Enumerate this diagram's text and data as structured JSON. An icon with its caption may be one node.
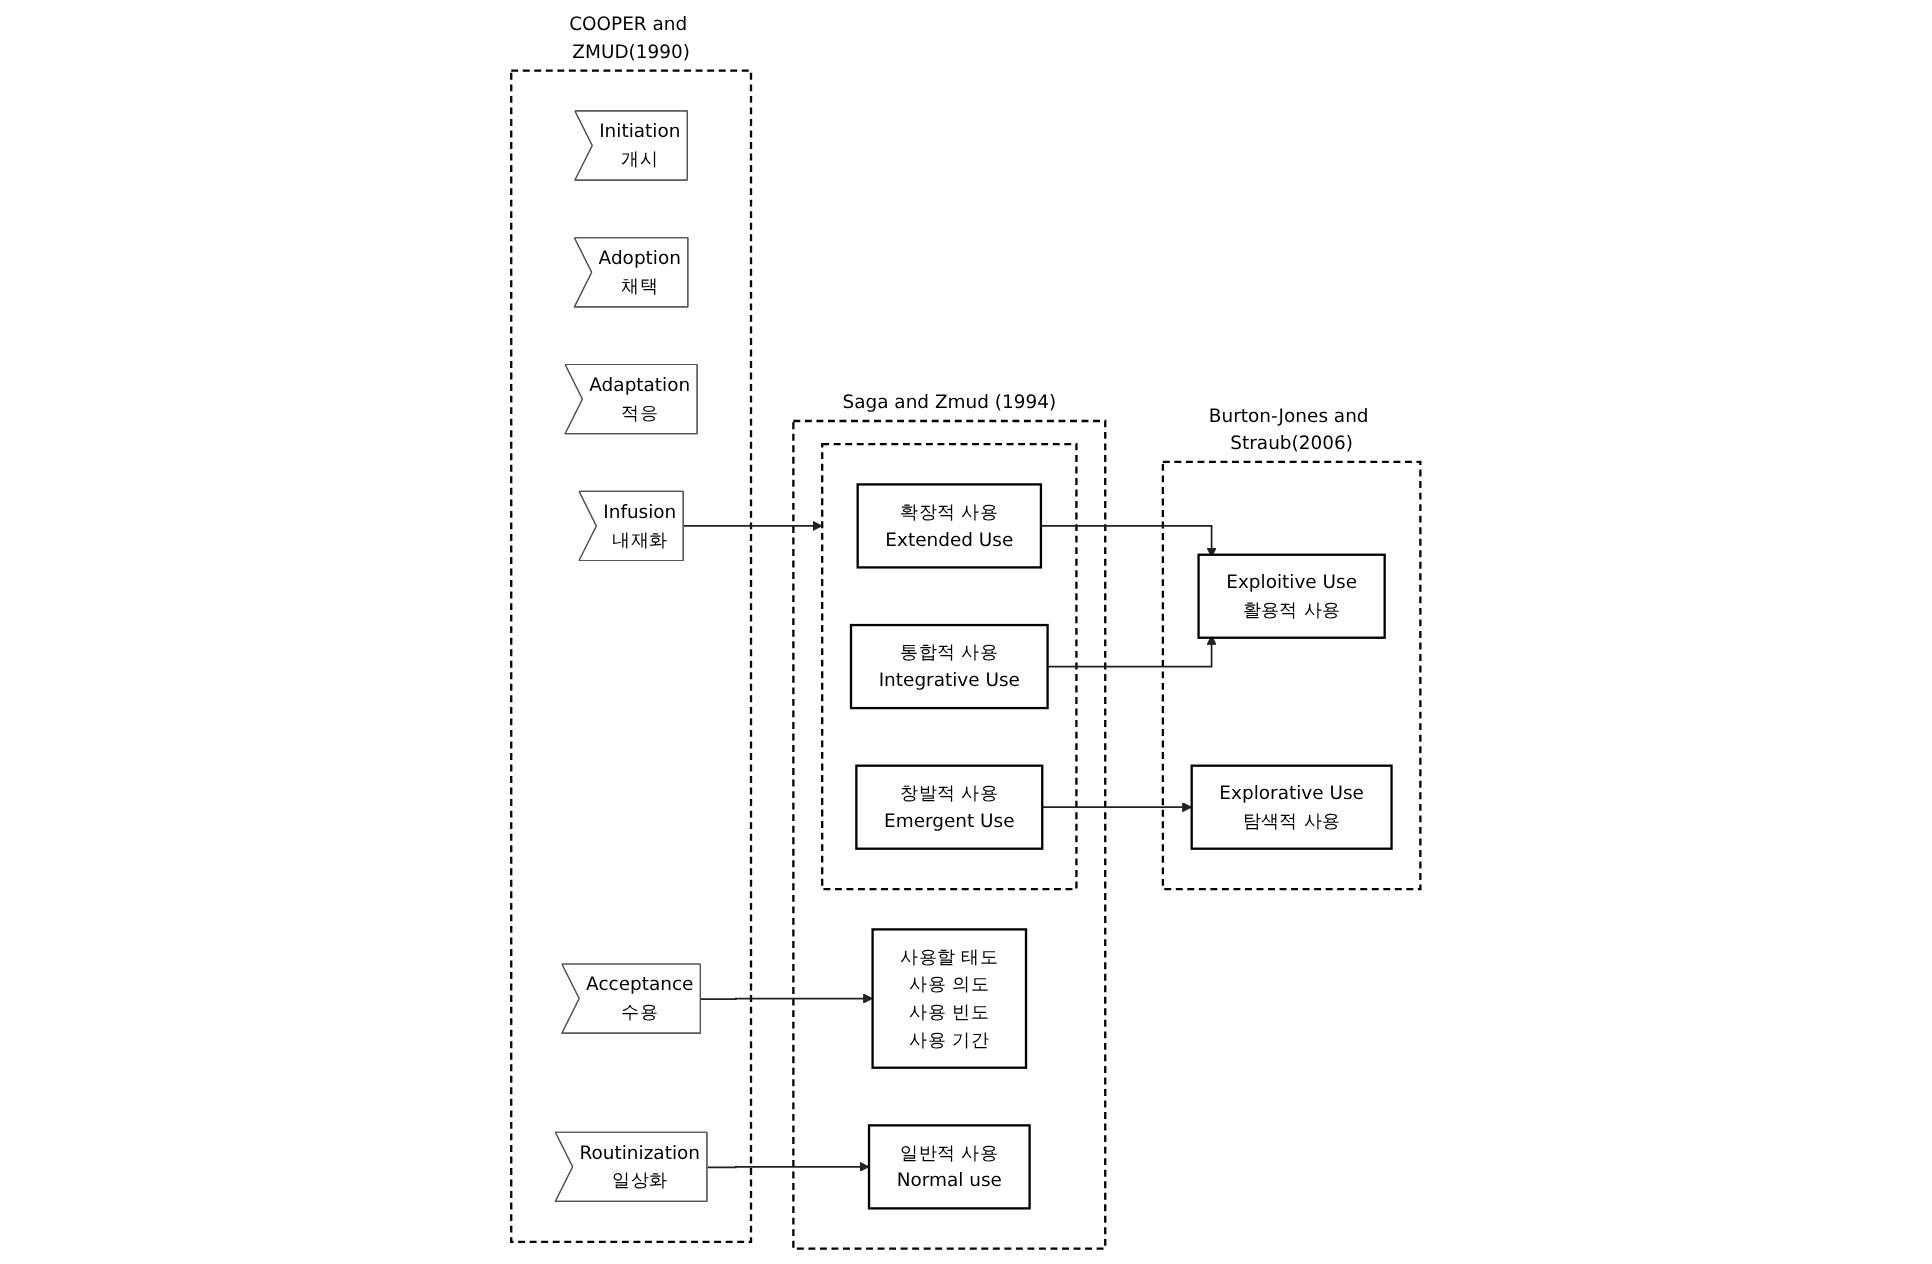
{
  "diagram": {
    "nodes": [
      {
        "text": [
          "COOPER and ZMUD(1990)"
        ]
      },
      {
        "text": [
          "Initiation",
          "개시"
        ],
        "in": 0
      },
      {
        "text": [
          "Adoption",
          "채택"
        ],
        "in": 0
      },
      {
        "text": [
          "Adaptation",
          "적응"
        ],
        "in": 0
      },
      {
        "text": [
          "Acceptance",
          "수용"
        ],
        "in": 0
      },
      {
        "text": [
          "Routinization",
          "일상화"
        ],
        "in": 0
      },
      {
        "text": [
          "Infusion",
          "내재화"
        ],
        "in": 0
      },
      {
        "text": [
          "Saga and Zmud (1994)"
        ]
      },
      {
        "text": [
          "사용할 태도",
          "사용 의도",
          "사용 빈도",
          "사용 기간"
        ],
        "in": 7
      },
      {
        "text": [
          "일반적 사용",
          "Normal use"
        ],
        "in": 7
      },
      {
        "text": [],
        "shape": "box",
        "in": 7
      },
      {
        "text": [
          "확장적 사용",
          "Extended Use"
        ],
        "in": 10
      },
      {
        "text": [
          "통합적 사용",
          "Integrative Use"
        ],
        "in": 10
      },
      {
        "text": [
          "창발적 사용",
          "Emergent Use"
        ],
        "in": 10
      },
      {
        "text": [
          "Burton-Jones and Straub(2006)"
        ]
      },
      {
        "text": [
          "Exploitive Use",
          "활용적 사용"
        ],
        "in": 14
      },
      {
        "text": [
          "Explorative  Use",
          "탐색적 사용"
        ],
        "in": 14
      }
    ],
    "edges": [
      {
        "from": 4,
        "to": 8,
        "arrow": "to"
      },
      {
        "from": 5,
        "to": 9,
        "arrow": "to"
      },
      {
        "from": 6,
        "to": 10,
        "arrow": "to"
      },
      {
        "from": 11,
        "to": 15,
        "arrow": "to"
      },
      {
        "from": 12,
        "to": 15,
        "arrow": "to"
      },
      {
        "from": 13,
        "to": 16,
        "arrow": "to"
      }
    ]
  }
}
